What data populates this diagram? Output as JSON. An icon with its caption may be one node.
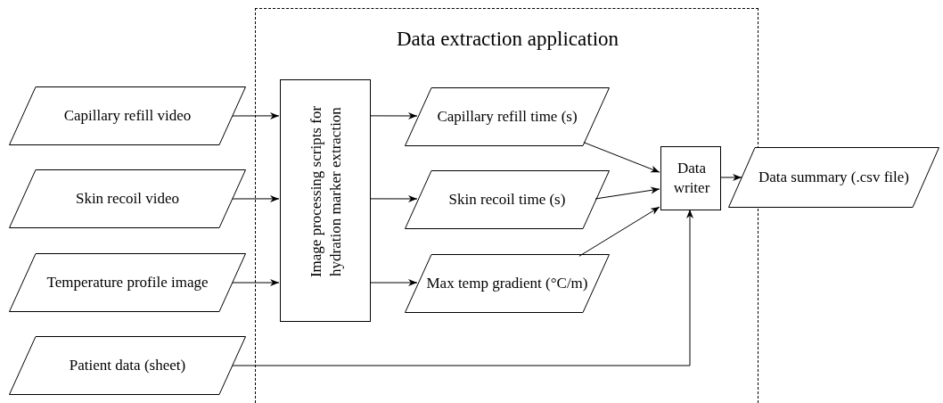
{
  "diagram": {
    "nodes": [
      {
        "text": [
          "Data extraction application"
        ]
      },
      {
        "text": [
          "Capillary refill video"
        ]
      },
      {
        "text": [
          "Skin recoil video"
        ]
      },
      {
        "text": [
          "Temperature profile image"
        ]
      },
      {
        "text": [
          "Patient data (sheet)"
        ]
      },
      {
        "text": [
          "Image processing scripts for hydration marker extraction"
        ],
        "in": 0
      },
      {
        "text": [
          "Capillary refill time (s)"
        ],
        "in": 0
      },
      {
        "text": [
          "Skin recoil time (s)"
        ],
        "in": 0
      },
      {
        "text": [
          "Max temp gradient (°C/m)"
        ],
        "in": 0
      },
      {
        "text": [
          "Data writer"
        ],
        "in": 0
      },
      {
        "text": [
          "Data summary (.csv file)"
        ]
      }
    ],
    "edges": [
      {
        "from": 1,
        "to": 5,
        "arrow": "to"
      },
      {
        "from": 2,
        "to": 5,
        "arrow": "to"
      },
      {
        "from": 3,
        "to": 5,
        "arrow": "to"
      },
      {
        "from": 5,
        "to": 6,
        "arrow": "to"
      },
      {
        "from": 5,
        "to": 7,
        "arrow": "to"
      },
      {
        "from": 5,
        "to": 8,
        "arrow": "to"
      },
      {
        "from": 6,
        "to": 9,
        "arrow": "to"
      },
      {
        "from": 7,
        "to": 9,
        "arrow": "to"
      },
      {
        "from": 8,
        "to": 9,
        "arrow": "to"
      },
      {
        "from": 4,
        "to": 9,
        "arrow": "to"
      },
      {
        "from": 9,
        "to": 10,
        "arrow": "to"
      }
    ]
  }
}
